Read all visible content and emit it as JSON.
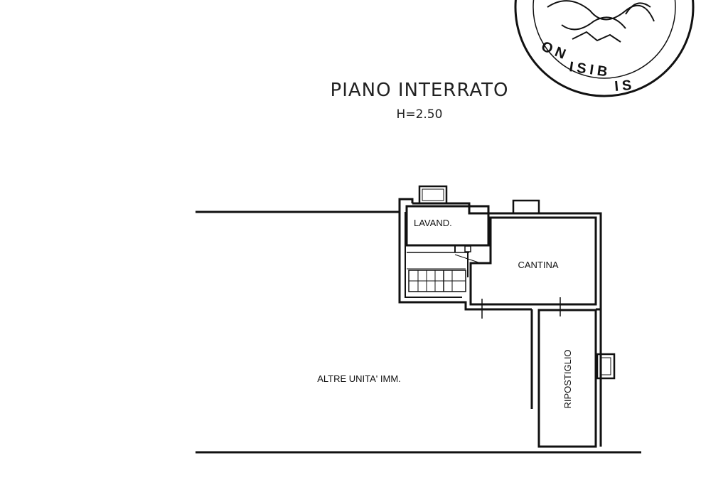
{
  "title": "PIANO INTERRATO",
  "height_label": "H=2.50",
  "rooms": {
    "lavand": "LAVAND.",
    "cantina": "CANTINA",
    "ripostiglio": "RIPOSTIGLIO",
    "altre_unita": "ALTRE UNITA' IMM."
  },
  "stamp_text": "ONISIBIS ION",
  "colors": {
    "ink": "#111111",
    "background": "#ffffff"
  }
}
